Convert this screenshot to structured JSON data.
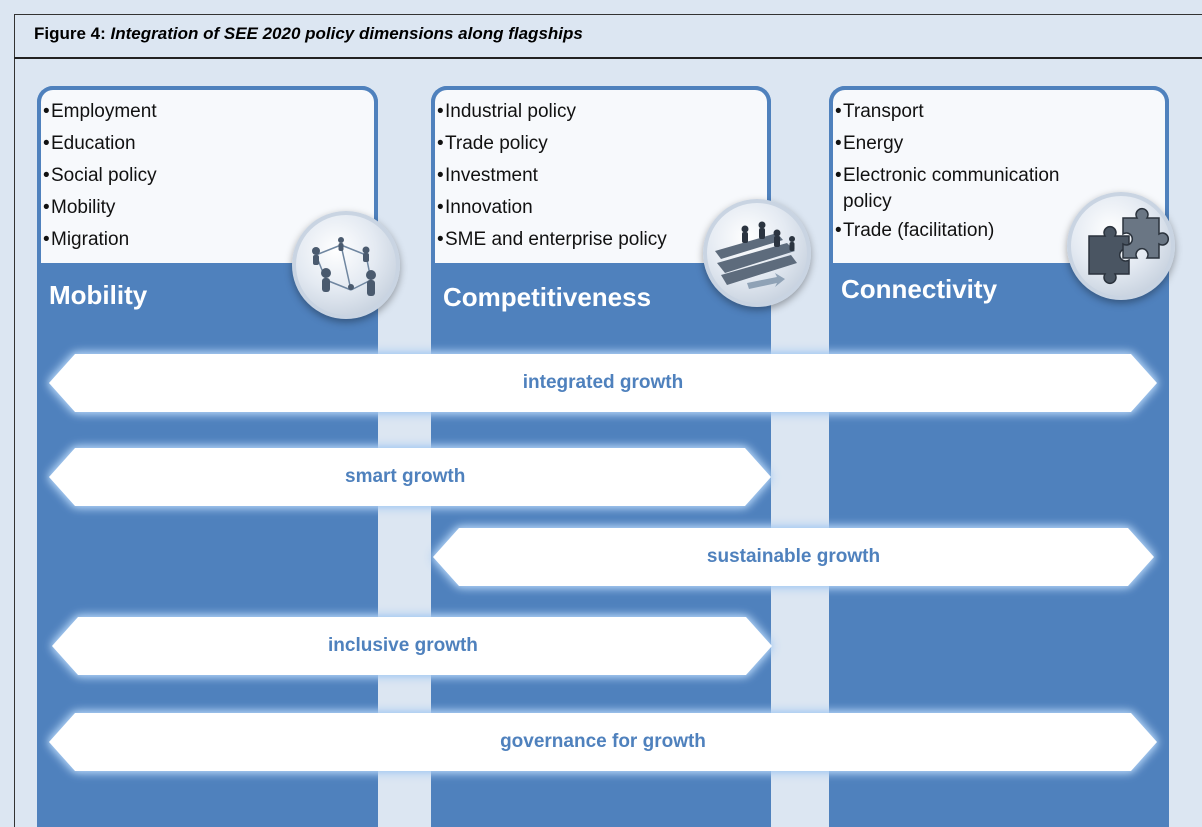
{
  "figure": {
    "label": "Figure 4:",
    "title": "Integration of SEE 2020 policy dimensions along flagships"
  },
  "columns": [
    {
      "title": "Mobility",
      "icon": "people-network-icon",
      "items": [
        "Employment",
        "Education",
        "Social policy",
        "Mobility",
        "Migration"
      ]
    },
    {
      "title": "Competitiveness",
      "icon": "runners-race-icon",
      "items": [
        "Industrial policy",
        "Trade policy",
        "Investment",
        "Innovation",
        "SME and enterprise policy"
      ]
    },
    {
      "title": "Connectivity",
      "icon": "puzzle-pieces-icon",
      "items": [
        "Transport",
        "Energy",
        "Electronic communication",
        "policy",
        "Trade (facilitation)"
      ]
    }
  ],
  "growth_arrows": [
    {
      "label": "integrated growth"
    },
    {
      "label": "smart growth"
    },
    {
      "label": "sustainable growth"
    },
    {
      "label": "inclusive growth"
    },
    {
      "label": "governance for growth"
    }
  ],
  "colors": {
    "background": "#dce6f2",
    "column_blue": "#4f81bd",
    "arrow_text": "#4f81bd",
    "arrow_glow": "#9cc3ee"
  }
}
